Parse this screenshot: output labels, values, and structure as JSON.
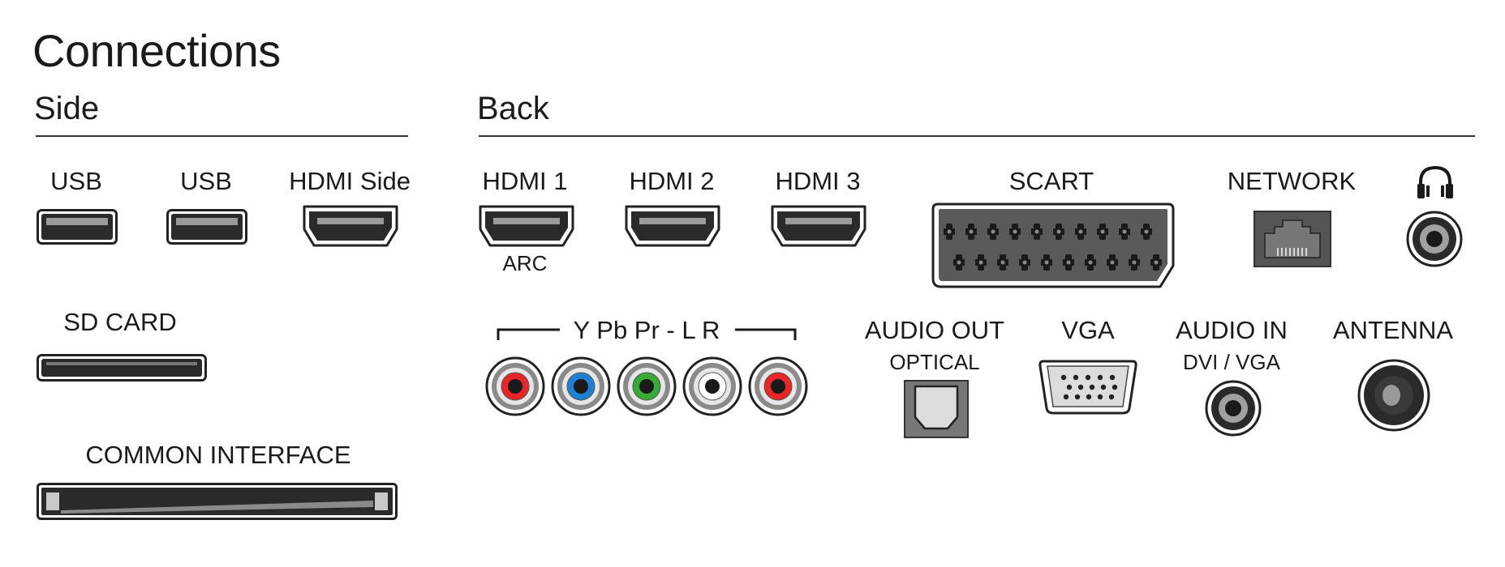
{
  "title": "Connections",
  "sections": {
    "side": "Side",
    "back": "Back"
  },
  "side_ports": {
    "usb1": "USB",
    "usb2": "USB",
    "hdmi_side": "HDMI Side",
    "sd_card": "SD CARD",
    "common_interface": "COMMON INTERFACE"
  },
  "back_ports": {
    "hdmi1": "HDMI 1",
    "hdmi1_sub": "ARC",
    "hdmi2": "HDMI 2",
    "hdmi3": "HDMI 3",
    "scart": "SCART",
    "network": "NETWORK",
    "component": "Y Pb Pr - L R",
    "audio_out": "AUDIO OUT",
    "audio_out_sub": "OPTICAL",
    "vga": "VGA",
    "audio_in": "AUDIO IN",
    "audio_in_sub": "DVI / VGA",
    "antenna": "ANTENNA"
  },
  "icons": {
    "headphone": "headphone-icon",
    "usb": "usb-port-icon",
    "hdmi": "hdmi-port-icon",
    "scart": "scart-port-icon",
    "network": "ethernet-port-icon",
    "rca": "rca-jack-icon",
    "optical": "optical-port-icon",
    "vga": "vga-port-icon",
    "audio_jack": "audio-jack-icon",
    "antenna": "antenna-port-icon",
    "sd": "sd-card-slot-icon",
    "ci": "common-interface-slot-icon"
  },
  "colors": {
    "rca_y": "#e8262a",
    "rca_pb": "#1f7fd0",
    "rca_pr": "#3aa935",
    "rca_l": "#ffffff",
    "rca_r": "#e8262a",
    "port_dark": "#2a2a2a",
    "port_grey": "#8c8c8c"
  }
}
